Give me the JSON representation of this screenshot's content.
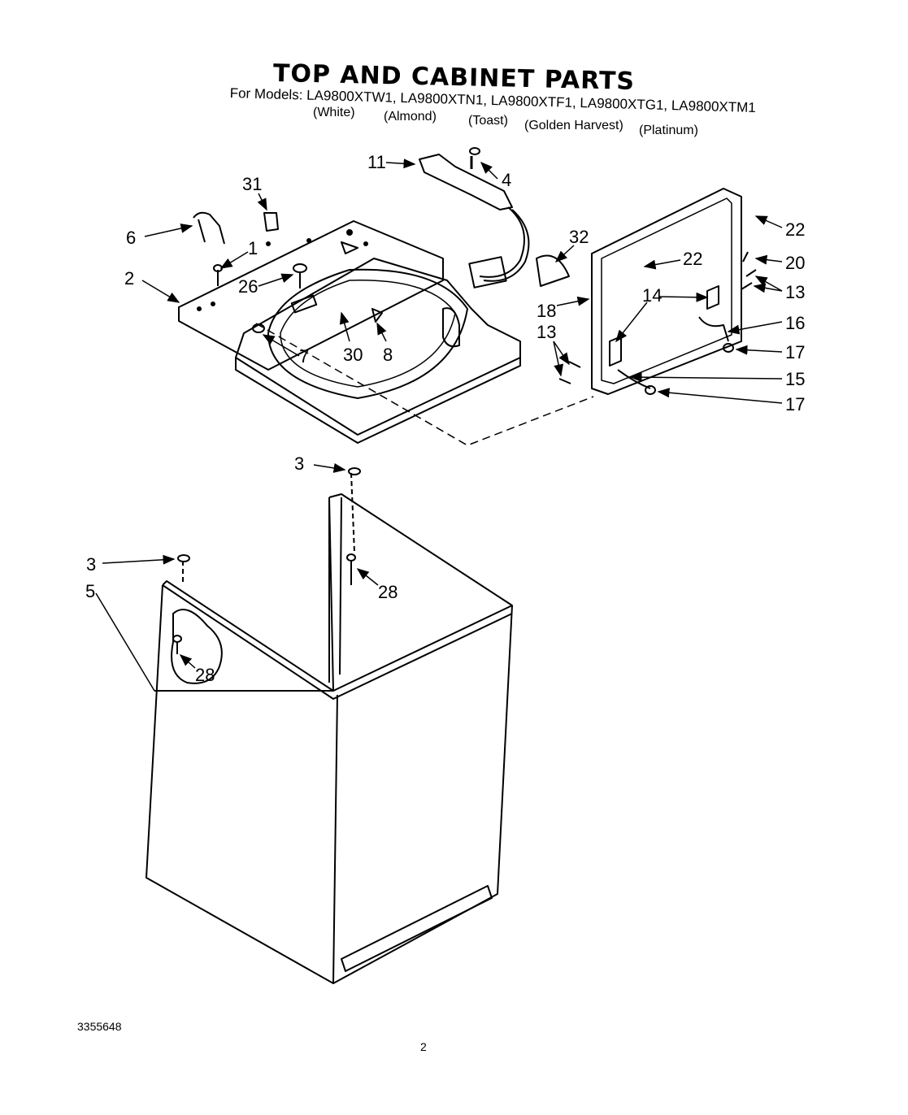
{
  "title": "TOP AND CABINET PARTS",
  "models_line": "For Models: LA9800XTW1, LA9800XTN1, LA9800XTF1, LA9800XTG1, LA9800XTM1",
  "colors": [
    "(White)",
    "(Almond)",
    "(Toast)",
    "(Golden Harvest)",
    "(Platinum)"
  ],
  "document_number": "3355648",
  "page_number": "2",
  "callouts": [
    "11",
    "4",
    "31",
    "6",
    "1",
    "2",
    "26",
    "32",
    "22",
    "22",
    "20",
    "14",
    "13",
    "18",
    "13",
    "16",
    "17",
    "15",
    "17",
    "7",
    "30",
    "8",
    "3",
    "3",
    "28",
    "5",
    "28"
  ]
}
